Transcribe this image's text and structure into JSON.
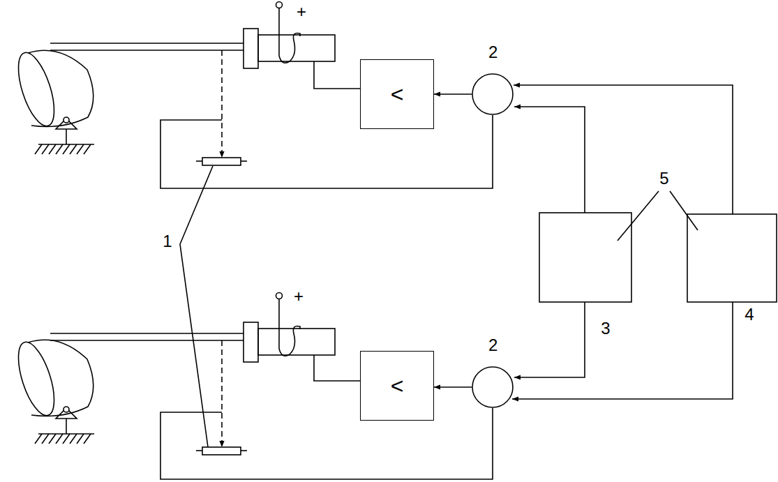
{
  "diagram": {
    "nodes": [
      {
        "text": [
          "<"
        ]
      },
      {
        "text": [
          "2"
        ]
      },
      {
        "text": [
          "<"
        ]
      },
      {
        "text": [
          "2"
        ]
      }
    ],
    "edges": [
      {
        "from": 1,
        "to": 0,
        "arrow": "to"
      },
      {
        "from": 3,
        "to": 2,
        "arrow": "to"
      }
    ],
    "labels": [
      "+",
      "5",
      "1",
      "+",
      "4",
      "3"
    ]
  }
}
